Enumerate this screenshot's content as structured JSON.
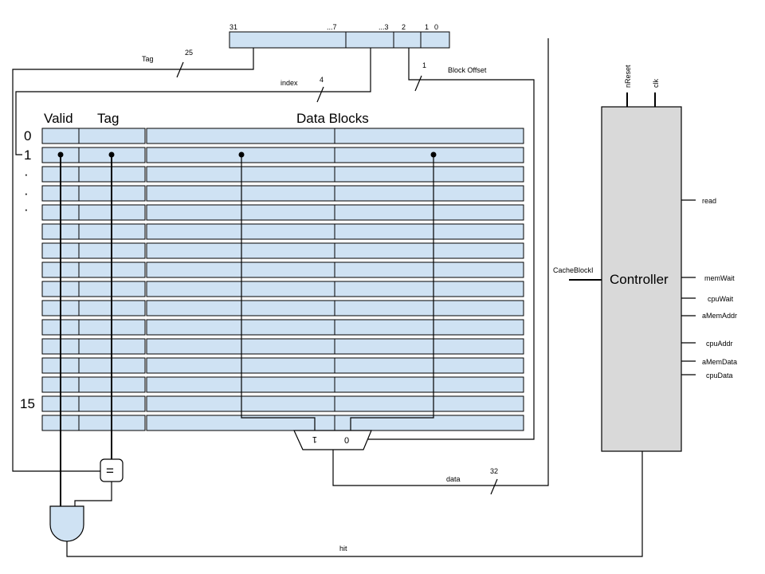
{
  "address": {
    "bits": {
      "b31": "31",
      "b7": "...7",
      "b3": "...3",
      "b2": "2",
      "b1": "1",
      "b0": "0"
    },
    "tag": {
      "label": "Tag",
      "width": "25"
    },
    "index": {
      "label": "index",
      "width": "4"
    },
    "offset": {
      "label": "Block Offset",
      "width": "1"
    }
  },
  "cache": {
    "headers": {
      "valid": "Valid",
      "tag": "Tag",
      "data": "Data Blocks"
    },
    "row_labels": {
      "first": "0",
      "second": "1",
      "dot": "·",
      "last": "15"
    },
    "row_count": 16
  },
  "mux": {
    "in_left": "1",
    "in_right": "0"
  },
  "comparator": {
    "symbol": "="
  },
  "data_out": {
    "label": "data",
    "width": "32"
  },
  "hit": {
    "label": "hit"
  },
  "controller": {
    "title": "Controller",
    "top_inputs": [
      "nReset",
      "clk"
    ],
    "left_input": "CacheBlockI",
    "outputs": [
      "read",
      "memWait",
      "cpuWait",
      "aMemAddr",
      "cpuAddr",
      "aMemData",
      "cpuData"
    ]
  },
  "colors": {
    "cell_fill": "#cfe2f3",
    "controller_fill": "#d9d9d9",
    "gate_fill": "#cfe2f3"
  }
}
